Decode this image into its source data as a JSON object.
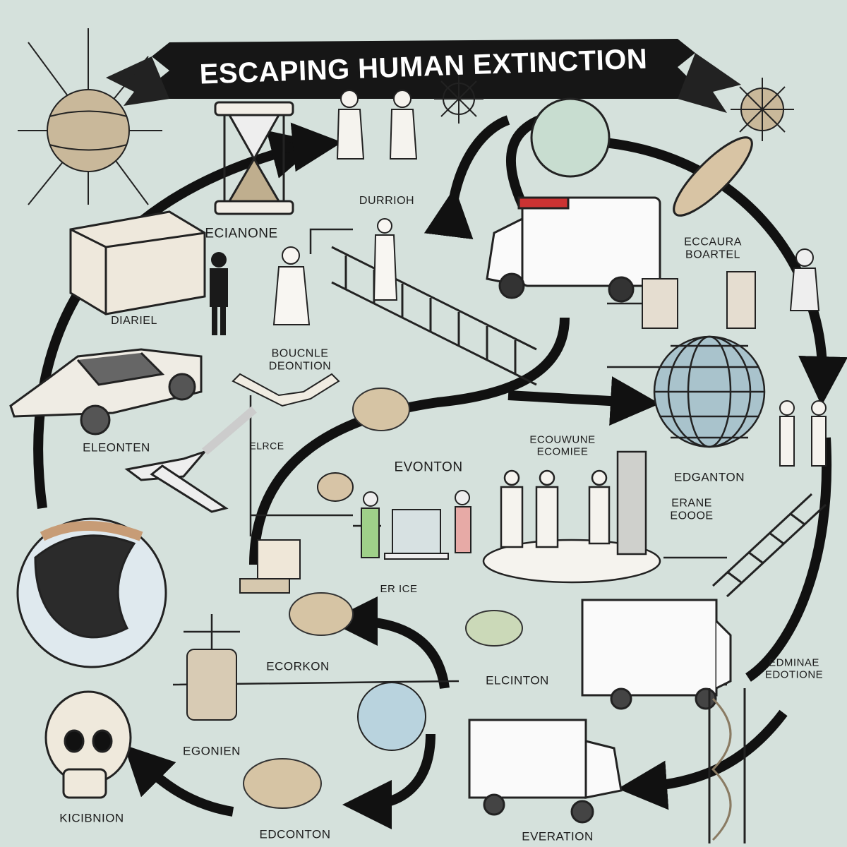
{
  "title": "ESCAPING HUMAN EXTINCTION",
  "labels": {
    "durrioe": "DURRIOH",
    "ecianone": "ECIANONE",
    "ecocaura": [
      "ECCAURA",
      "BOARTEL"
    ],
    "diariel": "DIARIEL",
    "bougnie": [
      "BOUCNLE",
      "DEONTION"
    ],
    "eleonten": "ELEONTEN",
    "elrce": "ELRCE",
    "evonton": "EVONTON",
    "ecouwune": [
      "ECOUWUNE",
      "ECOMIEE"
    ],
    "edganton": "EDGANTON",
    "erane": [
      "ERANE",
      "EOOOE"
    ],
    "erice": "ER ICE",
    "ecorkon": "ECORKON",
    "elcinton": "ELCINTON",
    "edminae": [
      "EDMINAE",
      "EDOTIONE"
    ],
    "egonien": "EGONIEN",
    "kicibnion": "KICIBNION",
    "edconton": "EDCONTON",
    "everation": "EVERATION"
  },
  "colors": {
    "background": "#d5e1dc",
    "ink": "#111111",
    "banner": "#161616"
  }
}
